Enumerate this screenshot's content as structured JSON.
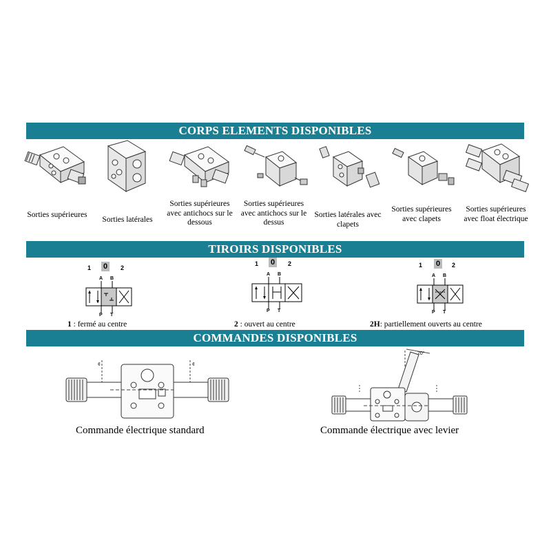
{
  "sections": {
    "corps": "CORPS ELEMENTS DISPONIBLES",
    "tiroirs": "TIROIRS DISPONIBLES",
    "commandes": "COMMANDES DISPONIBLES"
  },
  "corps_items": [
    {
      "icon": "body-top-outlets-image",
      "label": "Sorties supérieures"
    },
    {
      "icon": "body-side-outlets-image",
      "label": "Sorties latérales"
    },
    {
      "icon": "body-top-antishock-image",
      "label": "Sorties supérieures avec antichocs sur le dessous"
    },
    {
      "icon": "body-top-antishock-exploded-image",
      "label": "Sorties supérieures avec antichocs sur le dessus"
    },
    {
      "icon": "body-side-checkvalve-image",
      "label": "Sorties latérales avec clapets"
    },
    {
      "icon": "body-top-checkvalve-image",
      "label": "Sorties supérieures avec clapets"
    },
    {
      "icon": "body-top-electric-float-image",
      "label": "Sorties supérieures avec float électrique"
    }
  ],
  "tiroirs": [
    {
      "positions": [
        "1",
        "0",
        "2"
      ],
      "ports_top": [
        "A",
        "B"
      ],
      "ports_bottom": [
        "P",
        "T"
      ],
      "code": "1",
      "desc": " : fermé au centre"
    },
    {
      "positions": [
        "1",
        "0",
        "2"
      ],
      "ports_top": [
        "A",
        "B"
      ],
      "ports_bottom": [
        "P",
        "T"
      ],
      "code": "2",
      "desc": " : ouvert au centre"
    },
    {
      "positions": [
        "1",
        "0",
        "2"
      ],
      "ports_top": [
        "A",
        "B"
      ],
      "ports_bottom": [
        "P",
        "T"
      ],
      "code": "2H",
      "desc": ": partiellement ouverts au centre"
    }
  ],
  "commandes": [
    {
      "label": "Commande électrique standard"
    },
    {
      "label": "Commande électrique avec levier"
    }
  ],
  "drawing_marks": {
    "lever_angle": "20°"
  }
}
